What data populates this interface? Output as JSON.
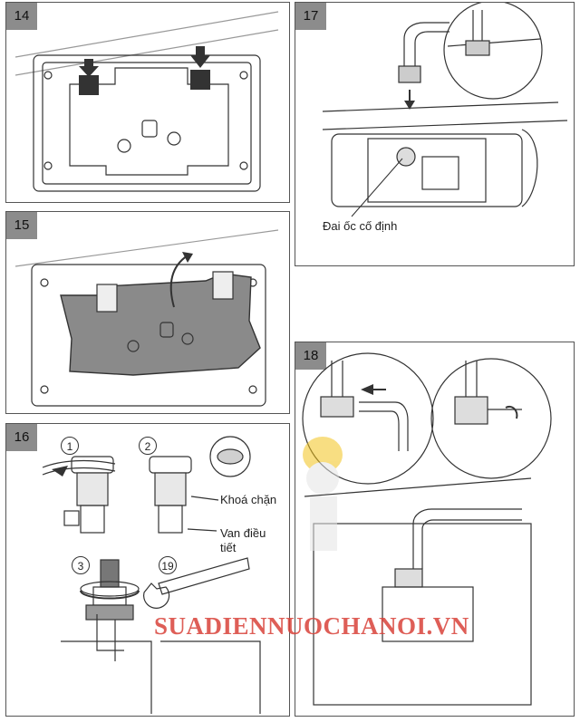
{
  "panels": [
    {
      "step": "14"
    },
    {
      "step": "15"
    },
    {
      "step": "16"
    },
    {
      "step": "17"
    },
    {
      "step": "18"
    }
  ],
  "step16": {
    "sub1": "1",
    "sub2": "2",
    "sub3": "3",
    "wrench_size": "19",
    "label_khoa_chan": "Khoá chặn",
    "label_van_line1": "Van điều",
    "label_van_line2": "tiết"
  },
  "step17": {
    "label_nut": "Đai ốc cố định"
  },
  "watermark": "SUADIENNUOCHANOI.VN",
  "colors": {
    "frame_gray": "#8c8c8c",
    "cover_gray": "#8a8a8a",
    "line": "#333333",
    "watermark": "#d9433a",
    "helmet_yellow": "#f2c21b"
  }
}
